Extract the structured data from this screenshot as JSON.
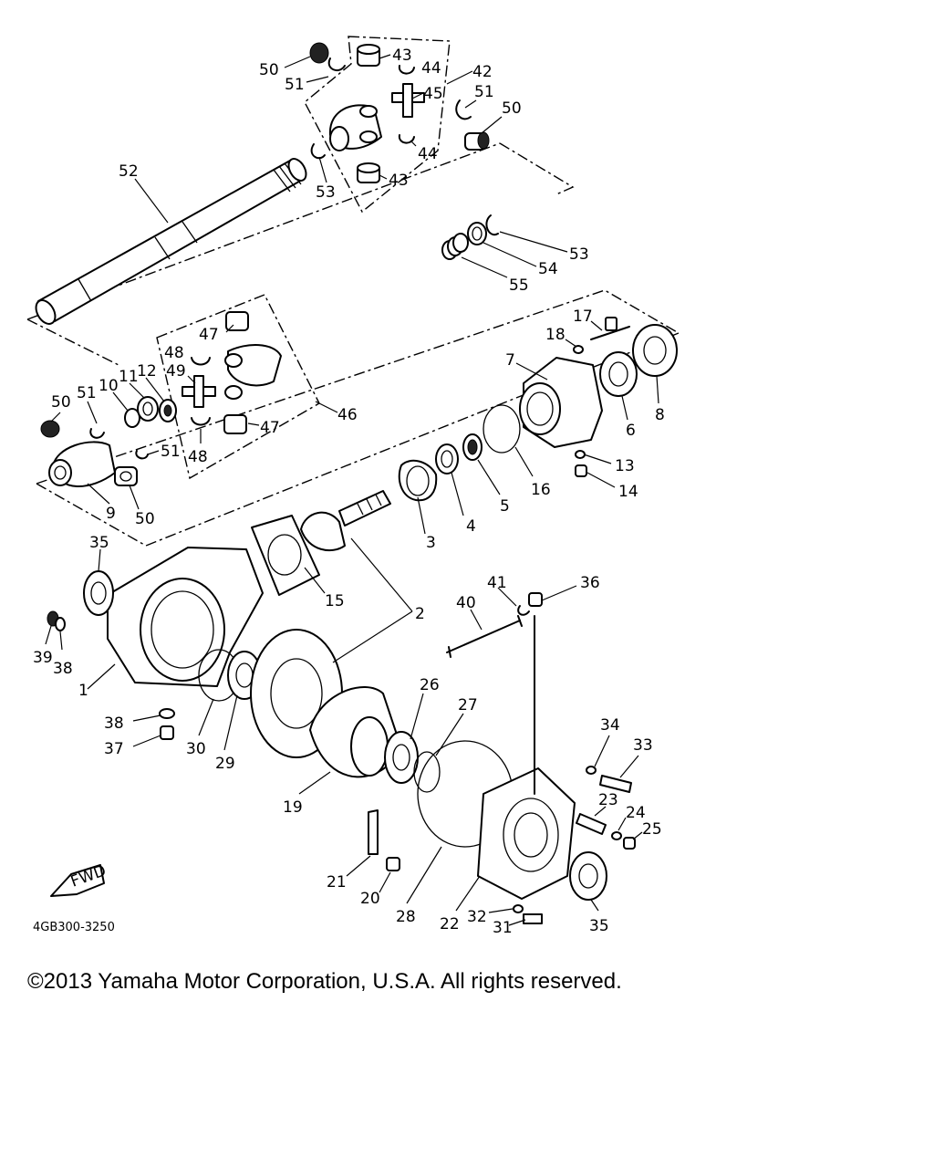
{
  "diagram": {
    "reference_code": "4GB300-3250",
    "direction_label": "FWD",
    "part_labels": [
      {
        "id": "1",
        "text": "1"
      },
      {
        "id": "2",
        "text": "2"
      },
      {
        "id": "3",
        "text": "3"
      },
      {
        "id": "4",
        "text": "4"
      },
      {
        "id": "5",
        "text": "5"
      },
      {
        "id": "6",
        "text": "6"
      },
      {
        "id": "7",
        "text": "7"
      },
      {
        "id": "8",
        "text": "8"
      },
      {
        "id": "9",
        "text": "9"
      },
      {
        "id": "10",
        "text": "10"
      },
      {
        "id": "11",
        "text": "11"
      },
      {
        "id": "12",
        "text": "12"
      },
      {
        "id": "13",
        "text": "13"
      },
      {
        "id": "14",
        "text": "14"
      },
      {
        "id": "15",
        "text": "15"
      },
      {
        "id": "16",
        "text": "16"
      },
      {
        "id": "17",
        "text": "17"
      },
      {
        "id": "18",
        "text": "18"
      },
      {
        "id": "19",
        "text": "19"
      },
      {
        "id": "20",
        "text": "20"
      },
      {
        "id": "21",
        "text": "21"
      },
      {
        "id": "22",
        "text": "22"
      },
      {
        "id": "23",
        "text": "23"
      },
      {
        "id": "24",
        "text": "24"
      },
      {
        "id": "25",
        "text": "25"
      },
      {
        "id": "26",
        "text": "26"
      },
      {
        "id": "27",
        "text": "27"
      },
      {
        "id": "28",
        "text": "28"
      },
      {
        "id": "29",
        "text": "29"
      },
      {
        "id": "30",
        "text": "30"
      },
      {
        "id": "31",
        "text": "31"
      },
      {
        "id": "32",
        "text": "32"
      },
      {
        "id": "33",
        "text": "33"
      },
      {
        "id": "34",
        "text": "34"
      },
      {
        "id": "35a",
        "text": "35"
      },
      {
        "id": "35b",
        "text": "35"
      },
      {
        "id": "36",
        "text": "36"
      },
      {
        "id": "37",
        "text": "37"
      },
      {
        "id": "38a",
        "text": "38"
      },
      {
        "id": "38b",
        "text": "38"
      },
      {
        "id": "39",
        "text": "39"
      },
      {
        "id": "40",
        "text": "40"
      },
      {
        "id": "41",
        "text": "41"
      },
      {
        "id": "42",
        "text": "42"
      },
      {
        "id": "43a",
        "text": "43"
      },
      {
        "id": "43b",
        "text": "43"
      },
      {
        "id": "44a",
        "text": "44"
      },
      {
        "id": "44b",
        "text": "44"
      },
      {
        "id": "45",
        "text": "45"
      },
      {
        "id": "46",
        "text": "46"
      },
      {
        "id": "47a",
        "text": "47"
      },
      {
        "id": "47b",
        "text": "47"
      },
      {
        "id": "48a",
        "text": "48"
      },
      {
        "id": "48b",
        "text": "48"
      },
      {
        "id": "49",
        "text": "49"
      },
      {
        "id": "50a",
        "text": "50"
      },
      {
        "id": "50b",
        "text": "50"
      },
      {
        "id": "50c",
        "text": "50"
      },
      {
        "id": "50d",
        "text": "50"
      },
      {
        "id": "51a",
        "text": "51"
      },
      {
        "id": "51b",
        "text": "51"
      },
      {
        "id": "51c",
        "text": "51"
      },
      {
        "id": "51d",
        "text": "51"
      },
      {
        "id": "52",
        "text": "52"
      },
      {
        "id": "53a",
        "text": "53"
      },
      {
        "id": "53b",
        "text": "53"
      },
      {
        "id": "54",
        "text": "54"
      },
      {
        "id": "55",
        "text": "55"
      }
    ]
  },
  "footer": {
    "copyright": "©2013 Yamaha Motor Corporation, U.S.A. All rights reserved."
  }
}
